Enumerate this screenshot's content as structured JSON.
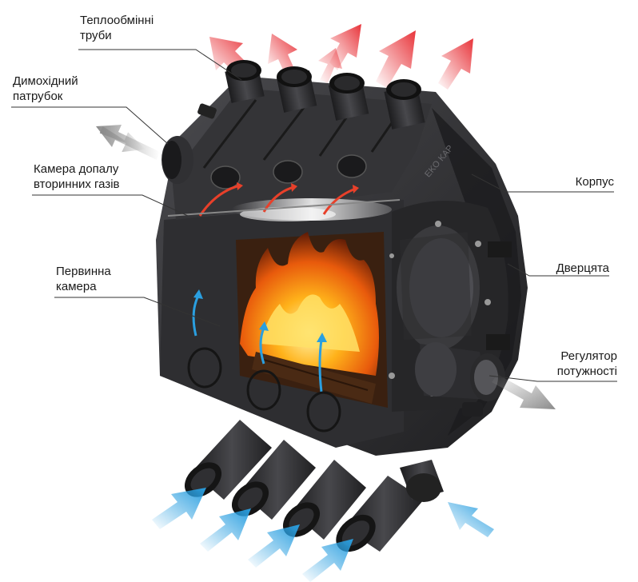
{
  "labels": {
    "heat_pipes": [
      "Теплообмінні",
      "труби"
    ],
    "chimney": [
      "Димохідний",
      "патрубок"
    ],
    "afterburn": [
      "Камера допалу",
      "вторинних газів"
    ],
    "primary": [
      "Первинна",
      "камера"
    ],
    "body": [
      "Корпус"
    ],
    "door": [
      "Дверцята"
    ],
    "regulator": [
      "Регулятор",
      "потужності"
    ]
  },
  "logo": "EKO KAP",
  "colors": {
    "stove": "#2b2b2d",
    "stove_light": "#3d3d40",
    "hot_arrow": "#e8343a",
    "cold_arrow": "#2a9fe0",
    "smoke_arrow": "#9a9a9a",
    "leader": "#333333"
  }
}
